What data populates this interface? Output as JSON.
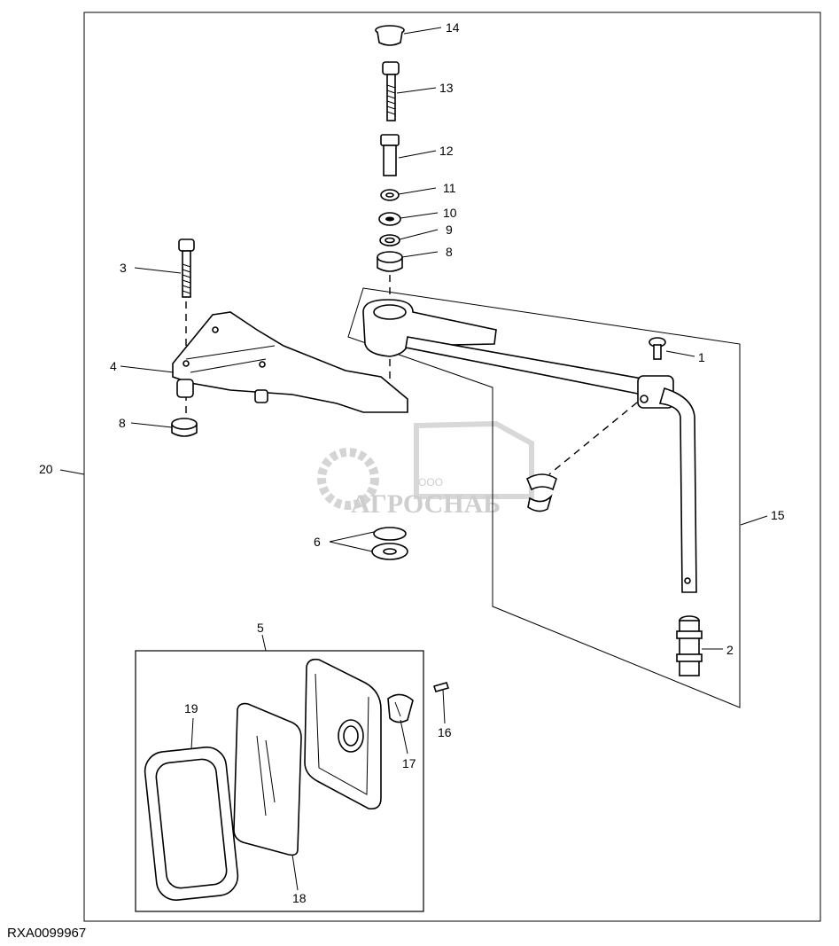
{
  "drawing_code": "RXA0099967",
  "callouts": {
    "c1": "1",
    "c2": "2",
    "c3": "3",
    "c4": "4",
    "c5": "5",
    "c6": "6",
    "c8a": "8",
    "c8b": "8",
    "c9": "9",
    "c10": "10",
    "c11": "11",
    "c12": "12",
    "c13": "13",
    "c14": "14",
    "c15": "15",
    "c16": "16",
    "c17": "17",
    "c18": "18",
    "c19": "19",
    "c20": "20"
  },
  "watermark": {
    "company_prefix": "ООО",
    "company_name": "АГРОСНАБ"
  }
}
